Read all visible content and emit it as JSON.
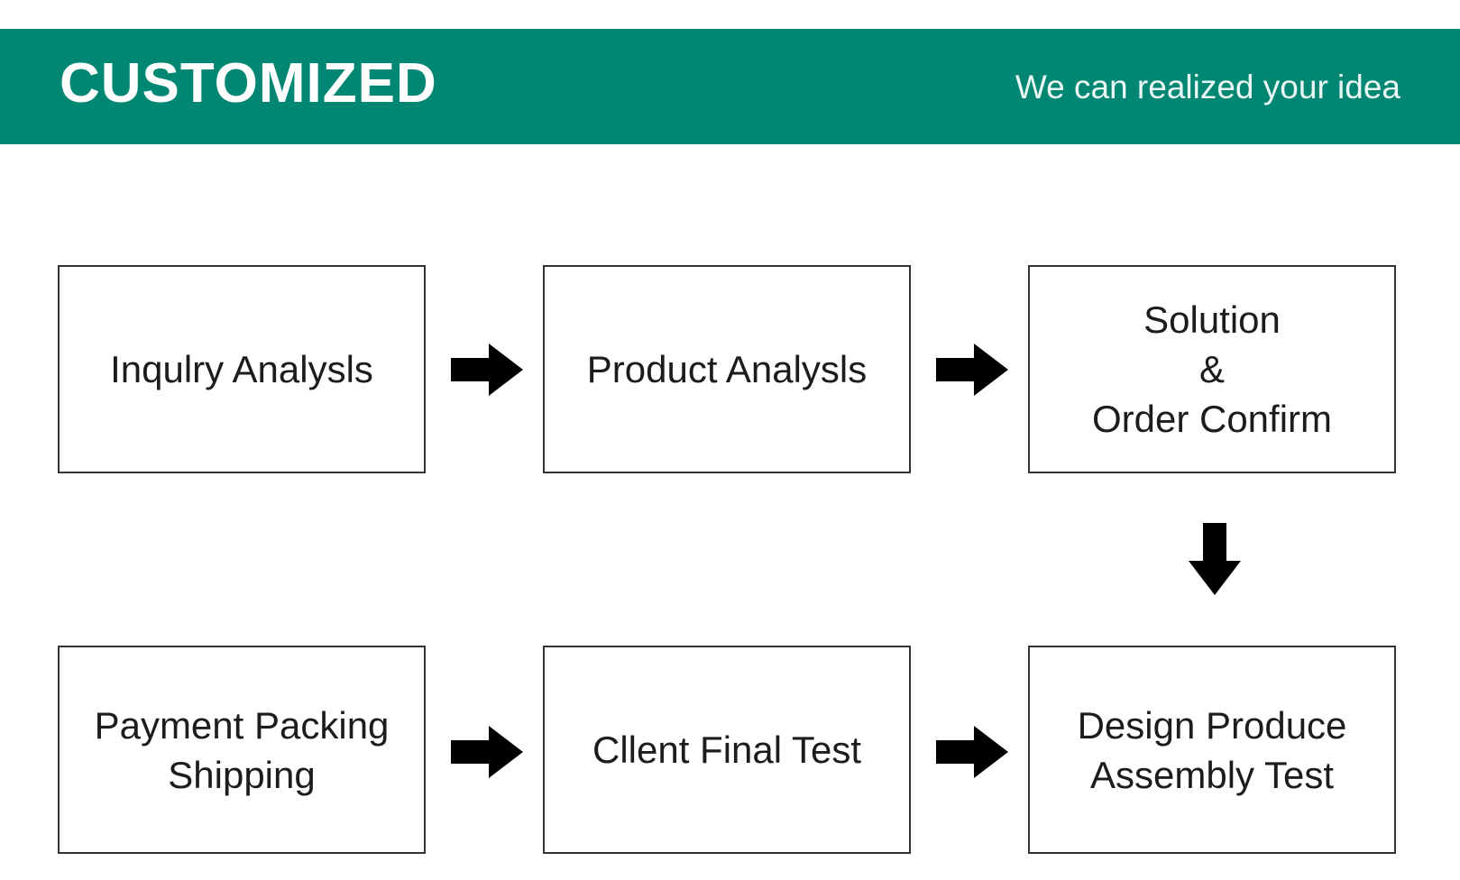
{
  "header": {
    "title": "CUSTOMIZED",
    "tagline": "We can realized your idea"
  },
  "steps": [
    {
      "label": "Inqulry Analysls"
    },
    {
      "label": "Product Analysls"
    },
    {
      "label": "Solution\n&\nOrder Confirm"
    },
    {
      "label": "Design Produce\nAssembly Test"
    },
    {
      "label": "Cllent Final Test"
    },
    {
      "label": "Payment Packing\nShipping"
    }
  ],
  "colors": {
    "banner": "#008774",
    "banner_text": "#ffffff",
    "box_border": "#333333",
    "arrow": "#000000"
  },
  "icons": {
    "arrow_right": "arrow-right-icon",
    "arrow_down": "arrow-down-icon"
  }
}
